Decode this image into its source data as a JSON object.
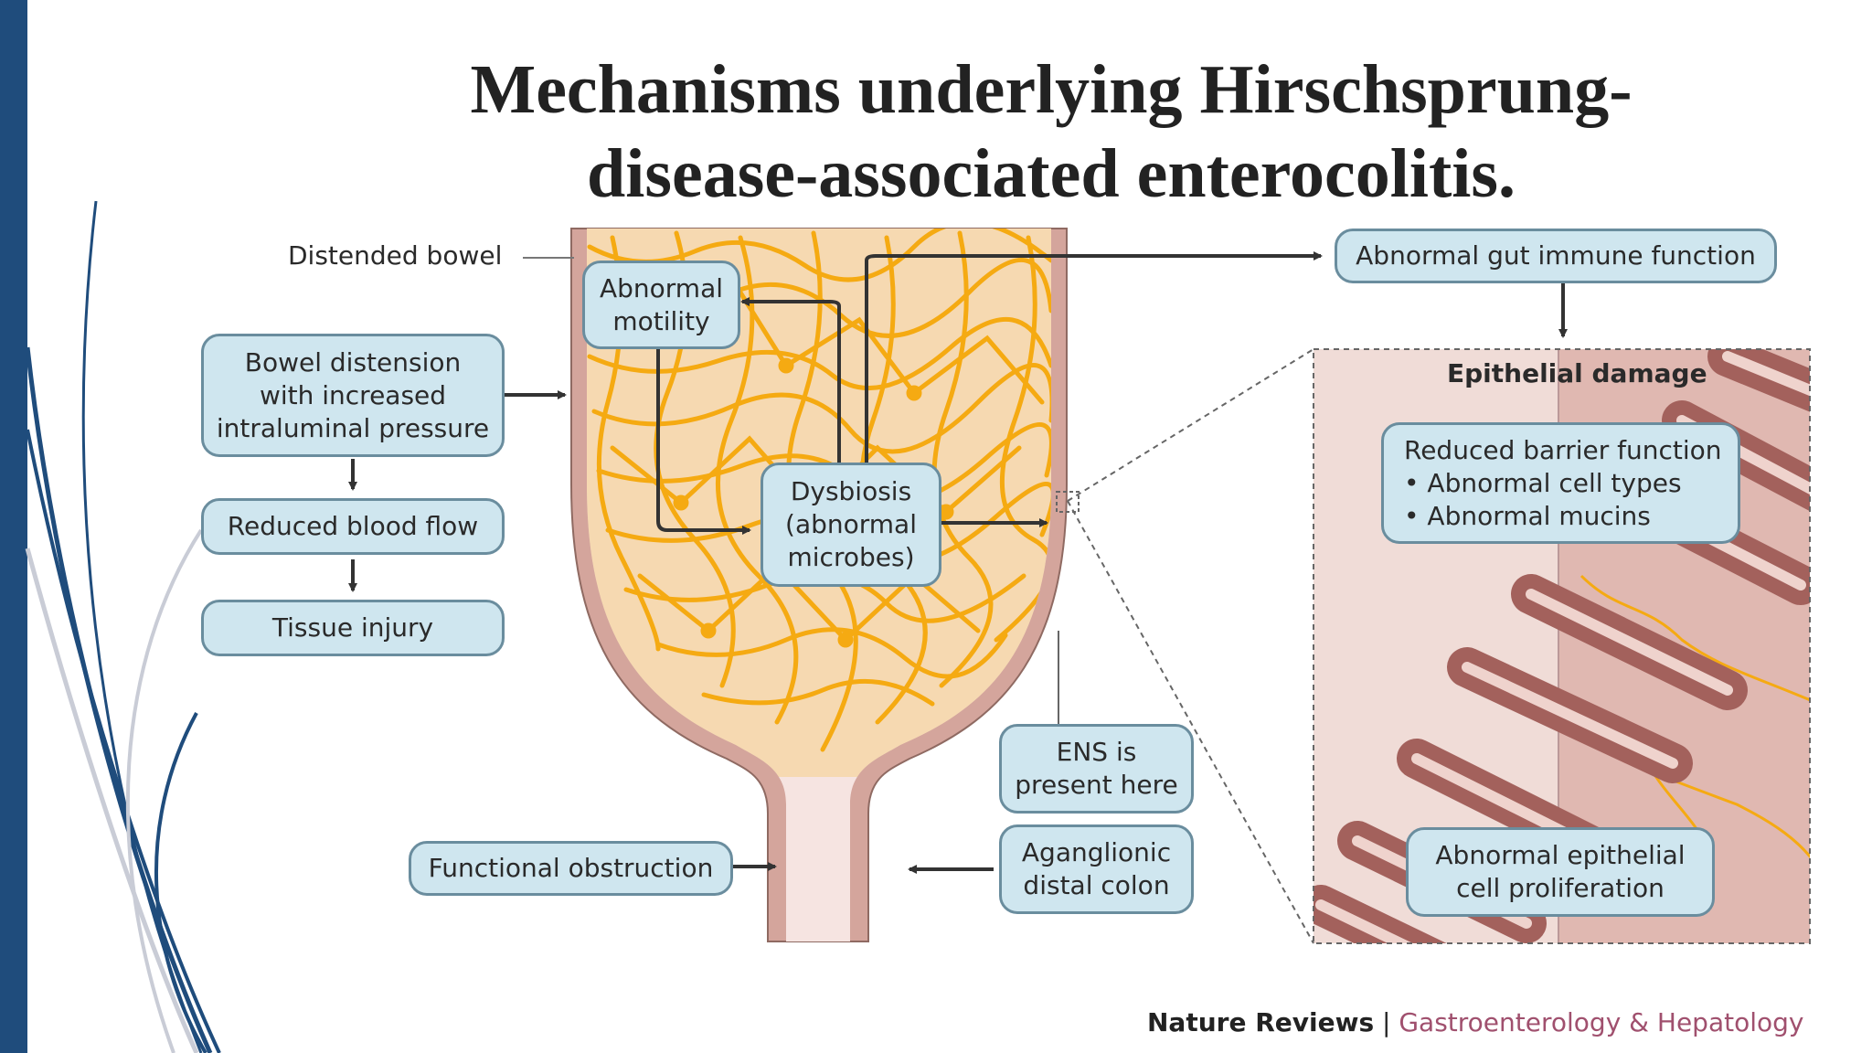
{
  "title": {
    "line1": "Mechanisms underlying Hirschsprung-",
    "line2": "disease-associated enterocolitis."
  },
  "diagram": {
    "label_distended_bowel": "Distended bowel",
    "box_bowel_distension": [
      "Bowel distension",
      "with increased",
      "intraluminal pressure"
    ],
    "box_reduced_blood_flow": "Reduced blood flow",
    "box_tissue_injury": "Tissue injury",
    "box_abnormal_motility": [
      "Abnormal",
      "motility"
    ],
    "box_dysbiosis": [
      "Dysbiosis",
      "(abnormal",
      "microbes)"
    ],
    "box_abnormal_gut_immune": "Abnormal gut immune function",
    "epithelial_damage_title": "Epithelial damage",
    "box_reduced_barrier": {
      "heading": "Reduced barrier function",
      "bullets": [
        "• Abnormal cell types",
        "• Abnormal mucins"
      ]
    },
    "box_abnormal_epithelial": [
      "Abnormal epithelial",
      "cell proliferation"
    ],
    "box_ens_present": [
      "ENS is",
      "present here"
    ],
    "box_aganglionic": [
      "Aganglionic",
      "distal colon"
    ],
    "box_functional_obstruction": "Functional obstruction"
  },
  "credit": {
    "publisher": "Nature Reviews",
    "separator": " | ",
    "journal": "Gastroenterology & Hepatology"
  },
  "colors": {
    "accent_bar": "#1f4c7c",
    "box_fill": "#cfe6ef",
    "box_border": "#6a8d9e",
    "bowel_wall": "#d4a59c",
    "neural_network": "#f5aa12",
    "crypt": "#a3615c",
    "journal_text": "#a0506e"
  },
  "icons": [
    "arrow-icon",
    "bowel-illustration",
    "neural-network-illustration",
    "intestinal-crypt-illustration"
  ]
}
